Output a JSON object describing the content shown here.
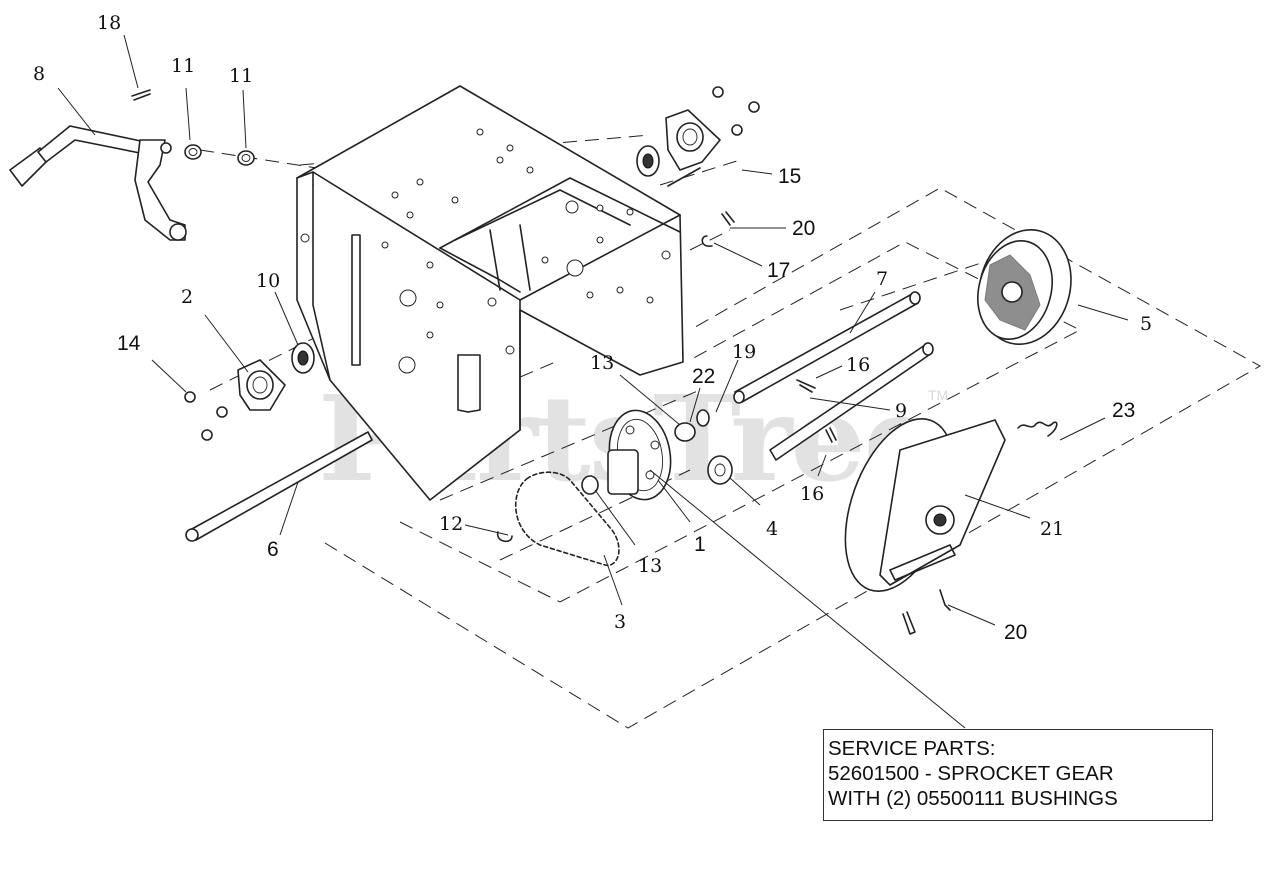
{
  "watermark": {
    "text": "PartsTree",
    "trademark": "TM"
  },
  "callouts": [
    {
      "id": "c18",
      "text": "18"
    },
    {
      "id": "c8",
      "text": "8"
    },
    {
      "id": "c11a",
      "text": "11"
    },
    {
      "id": "c11b",
      "text": "11"
    },
    {
      "id": "c15",
      "text": "15"
    },
    {
      "id": "c20a",
      "text": "20"
    },
    {
      "id": "c17",
      "text": "17"
    },
    {
      "id": "c7",
      "text": "7"
    },
    {
      "id": "c5",
      "text": "5"
    },
    {
      "id": "c2",
      "text": "2"
    },
    {
      "id": "c10",
      "text": "10"
    },
    {
      "id": "c14",
      "text": "14"
    },
    {
      "id": "c13a",
      "text": "13"
    },
    {
      "id": "c22",
      "text": "22"
    },
    {
      "id": "c19",
      "text": "19"
    },
    {
      "id": "c16a",
      "text": "16"
    },
    {
      "id": "c9",
      "text": "9"
    },
    {
      "id": "c23",
      "text": "23"
    },
    {
      "id": "c16b",
      "text": "16"
    },
    {
      "id": "c21",
      "text": "21"
    },
    {
      "id": "c4",
      "text": "4"
    },
    {
      "id": "c12",
      "text": "12"
    },
    {
      "id": "c1",
      "text": "1"
    },
    {
      "id": "c13b",
      "text": "13"
    },
    {
      "id": "c6",
      "text": "6"
    },
    {
      "id": "c3",
      "text": "3"
    },
    {
      "id": "c20b",
      "text": "20"
    }
  ],
  "service_note": {
    "line1": "SERVICE PARTS:",
    "line2": "52601500 - SPROCKET GEAR",
    "line3": "WITH (2) 05500111 BUSHINGS"
  }
}
